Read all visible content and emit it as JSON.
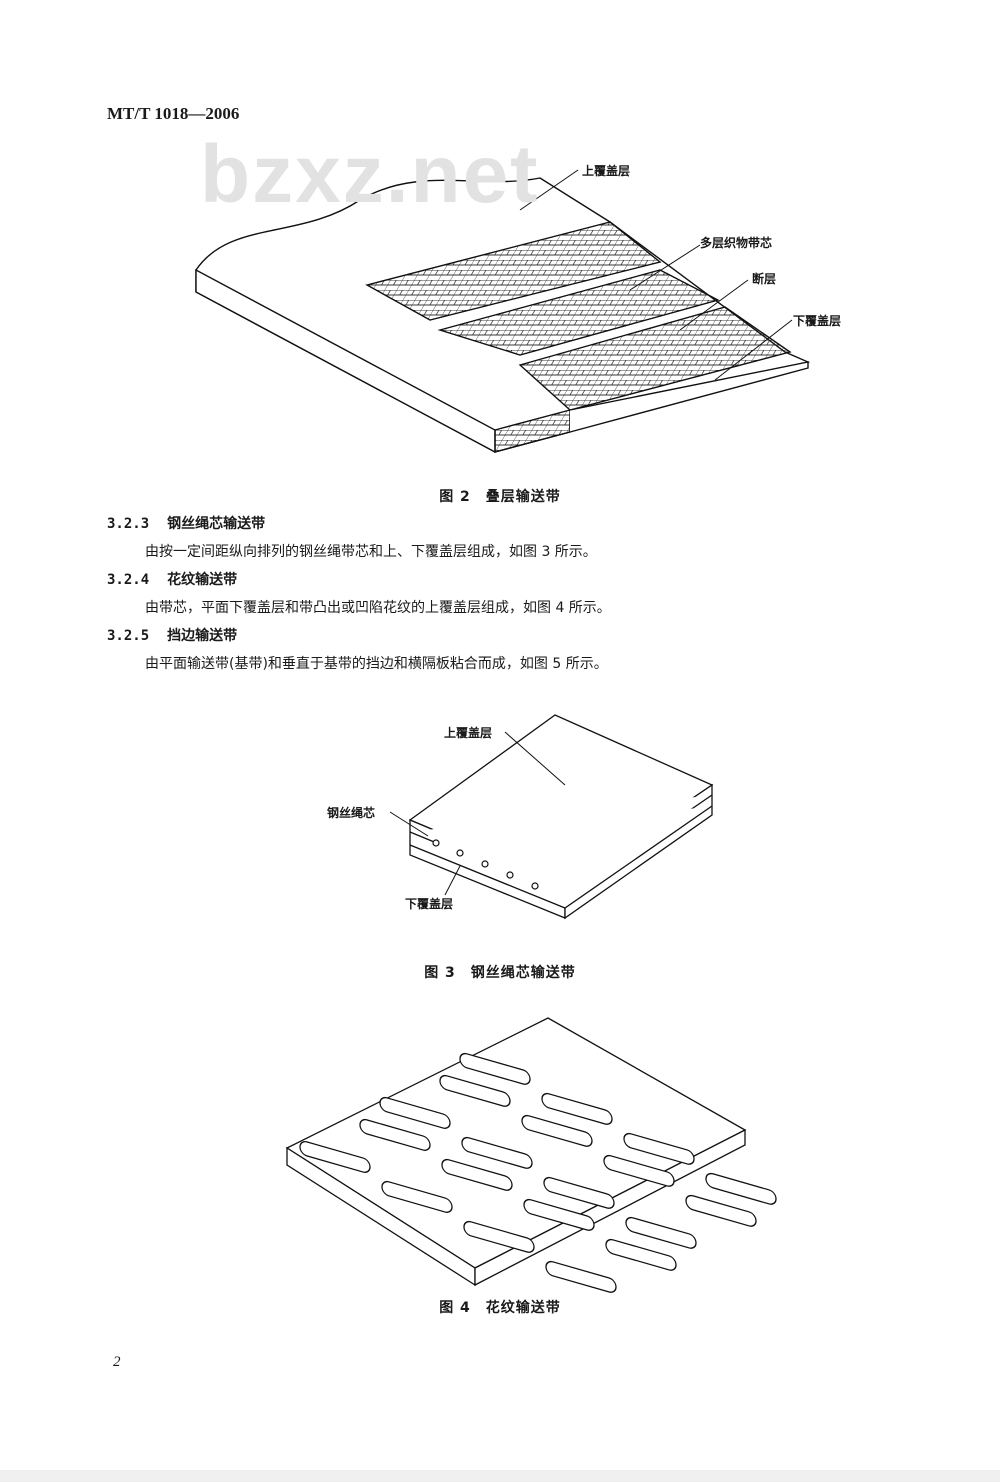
{
  "header": {
    "standard_code": "MT/T 1018—2006"
  },
  "watermark": "bzxz.net",
  "figure2": {
    "caption": "图 2　叠层输送带",
    "labels": {
      "top_cover": "上覆盖层",
      "fabric_core": "多层织物带芯",
      "breaker": "断层",
      "bottom_cover": "下覆盖层"
    }
  },
  "sections": [
    {
      "number": "3.2.3",
      "title": "钢丝绳芯输送带",
      "body": "由按一定间距纵向排列的钢丝绳带芯和上、下覆盖层组成，如图 3 所示。"
    },
    {
      "number": "3.2.4",
      "title": "花纹输送带",
      "body": "由带芯，平面下覆盖层和带凸出或凹陷花纹的上覆盖层组成，如图 4 所示。"
    },
    {
      "number": "3.2.5",
      "title": "挡边输送带",
      "body": "由平面输送带(基带)和垂直于基带的挡边和横隔板粘合而成，如图 5 所示。"
    }
  ],
  "figure3": {
    "caption": "图 3　钢丝绳芯输送带",
    "labels": {
      "top_cover": "上覆盖层",
      "steel_cord": "钢丝绳芯",
      "bottom_cover": "下覆盖层"
    }
  },
  "figure4": {
    "caption": "图 4　花纹输送带"
  },
  "page_number": "2"
}
